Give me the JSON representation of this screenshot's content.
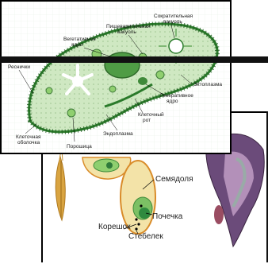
{
  "paramecium": {
    "labels": {
      "sokratitelnaya": "Сократительная\nвакуоль",
      "pischevaritelnaya": "Пищеварительная\nвакуоль",
      "vegetativnoe": "Вегетативное\nядро",
      "resnichki": "Реснички",
      "ektoplazma": "Эктоплазма",
      "generativnoe": "Генеративное\nядро",
      "kletochny_rot": "Клеточный\nрот",
      "endoplazma": "Эндоплазма",
      "kletochnaya_obolochka": "Клеточная\nоболочка",
      "poroshitsa": "Порошица"
    },
    "colors": {
      "body": "#cfe8c2",
      "outline": "#2a7a2a",
      "nucleus": "#4f9c45",
      "grid": "#e6f0e2"
    }
  },
  "seed": {
    "labels": {
      "semyadolya": "Семядоля",
      "pochechka": "Почечка",
      "koreshok": "Корешок",
      "stebelek": "Стебелек"
    },
    "colors": {
      "cotyledon_fill": "#f3e3a8",
      "cotyledon_edge": "#d98c2a",
      "embryo": "#4fa64a",
      "wheat": "#d9a441",
      "section": "#5d3d6e"
    }
  }
}
